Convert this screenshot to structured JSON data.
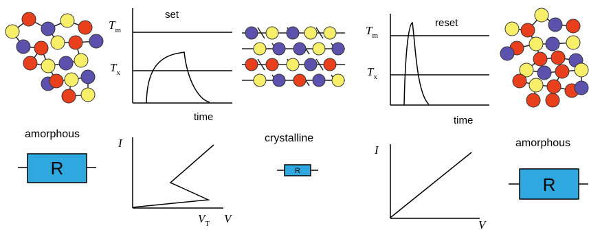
{
  "labels": {
    "set": "set",
    "reset": "reset",
    "time": "time",
    "amorphous": "amorphous",
    "crystalline": "crystalline",
    "tm_base": "T",
    "tm_sub": "m",
    "tx_base": "T",
    "tx_sub": "x",
    "current": "I",
    "voltage": "V",
    "vt_base": "V",
    "vt_sub": "T",
    "resistor": "R"
  },
  "colors": {
    "red": "#e8401c",
    "yellow": "#f7ee6a",
    "blue": "#5c52ad",
    "resistor": "#2ea8de"
  }
}
